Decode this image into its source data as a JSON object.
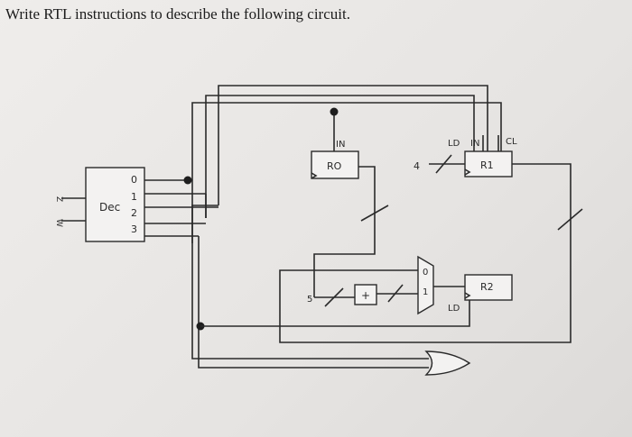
{
  "question": "Write RTL instructions to describe the following circuit.",
  "decoder": {
    "label": "Dec",
    "outputs": [
      "0",
      "1",
      "2",
      "3"
    ],
    "inputs": [
      "Z",
      "W"
    ]
  },
  "r0": {
    "name": "RO",
    "ports": [
      "IN"
    ]
  },
  "r1": {
    "name": "R1",
    "ports": [
      "LD",
      "IN",
      "CL"
    ],
    "bus_width": "4"
  },
  "r2": {
    "name": "R2",
    "ports": [
      "LD"
    ]
  },
  "adder": {
    "symbol": "+",
    "constant": "5"
  },
  "mux": {
    "inputs": [
      "0",
      "1"
    ]
  }
}
